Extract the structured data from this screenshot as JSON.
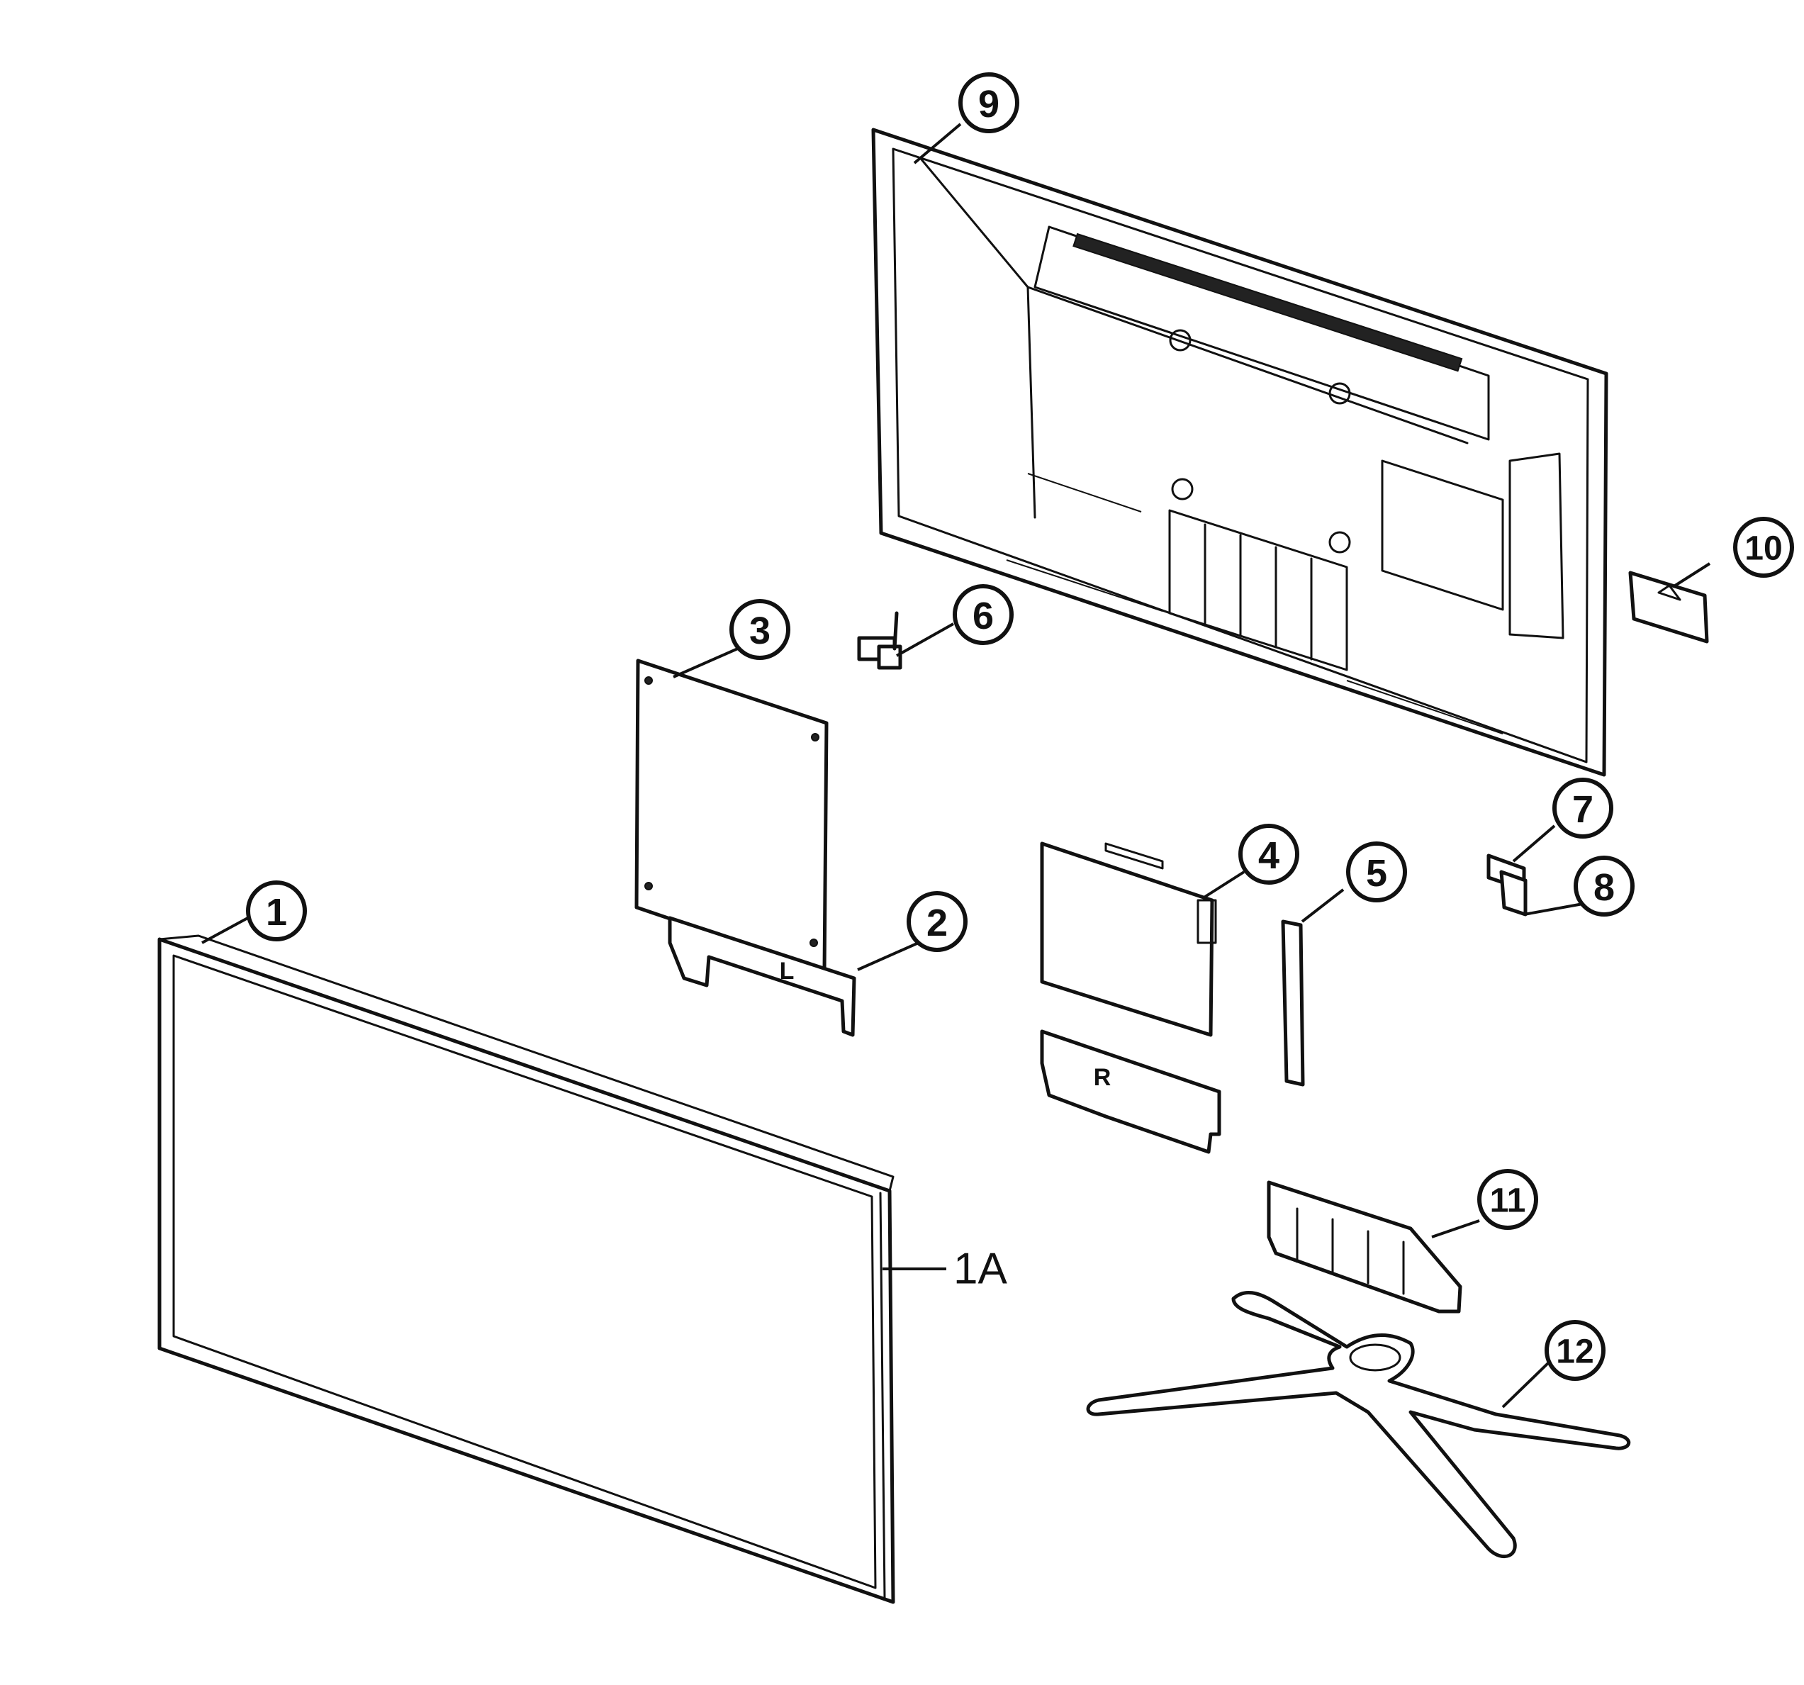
{
  "callouts": {
    "c1": "1",
    "c1a": "1A",
    "c2": "2",
    "c3": "3",
    "c4": "4",
    "c5": "5",
    "c6": "6",
    "c7": "7",
    "c8": "8",
    "c9": "9",
    "c10": "10",
    "c11": "11",
    "c12": "12"
  },
  "board_marks": {
    "bracket_left": "L",
    "bracket_right": "R"
  }
}
